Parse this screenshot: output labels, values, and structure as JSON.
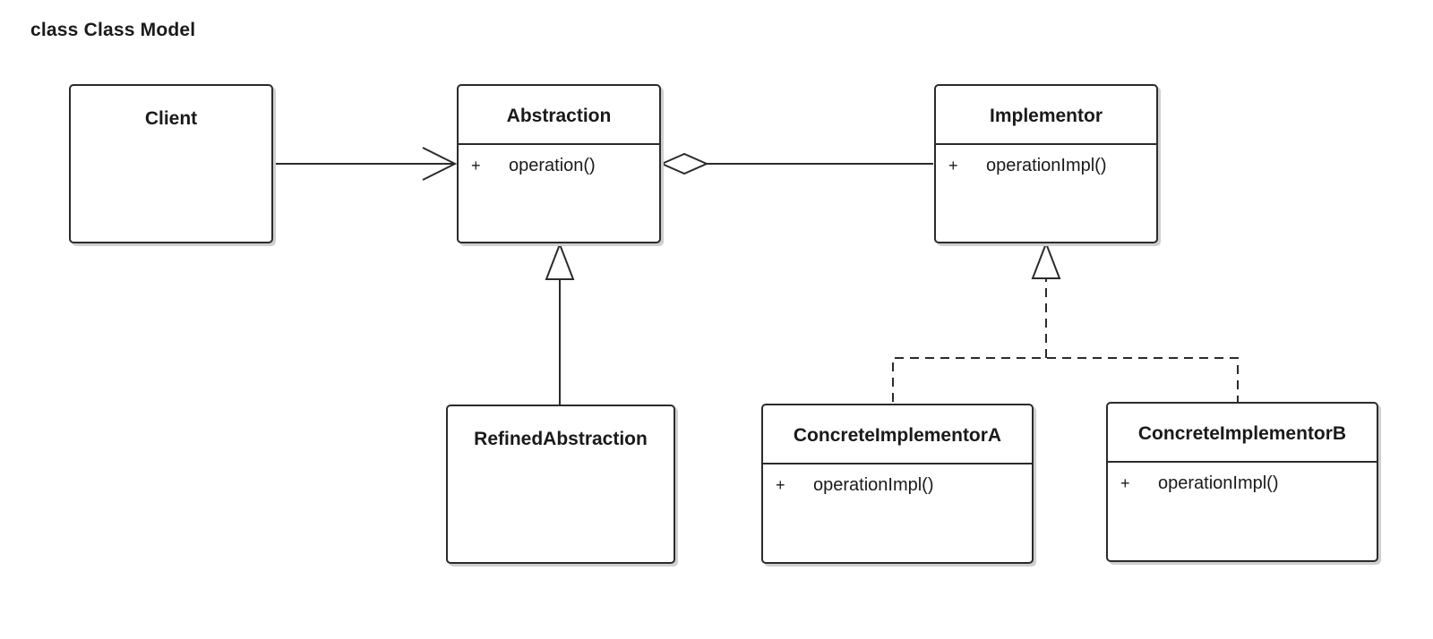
{
  "diagram": {
    "title": "class Class Model"
  },
  "classes": {
    "client": {
      "name": "Client",
      "operations": []
    },
    "abstraction": {
      "name": "Abstraction",
      "operations": [
        {
          "visibility": "+",
          "signature": "operation()"
        }
      ]
    },
    "implementor": {
      "name": "Implementor",
      "operations": [
        {
          "visibility": "+",
          "signature": "operationImpl()"
        }
      ]
    },
    "refined_abstraction": {
      "name": "RefinedAbstraction",
      "operations": []
    },
    "concrete_implementor_a": {
      "name": "ConcreteImplementorA",
      "operations": [
        {
          "visibility": "+",
          "signature": "operationImpl()"
        }
      ]
    },
    "concrete_implementor_b": {
      "name": "ConcreteImplementorB",
      "operations": [
        {
          "visibility": "+",
          "signature": "operationImpl()"
        }
      ]
    }
  },
  "relationships": [
    {
      "type": "association",
      "from": "Client",
      "to": "Abstraction",
      "navigable": true
    },
    {
      "type": "aggregation",
      "whole": "Abstraction",
      "part": "Implementor"
    },
    {
      "type": "generalization",
      "child": "RefinedAbstraction",
      "parent": "Abstraction"
    },
    {
      "type": "realization",
      "implementer": "ConcreteImplementorA",
      "interface": "Implementor"
    },
    {
      "type": "realization",
      "implementer": "ConcreteImplementorB",
      "interface": "Implementor"
    }
  ],
  "colors": {
    "stroke": "#2b2b2b",
    "background": "#ffffff",
    "shadow": "#cfcfcf"
  }
}
